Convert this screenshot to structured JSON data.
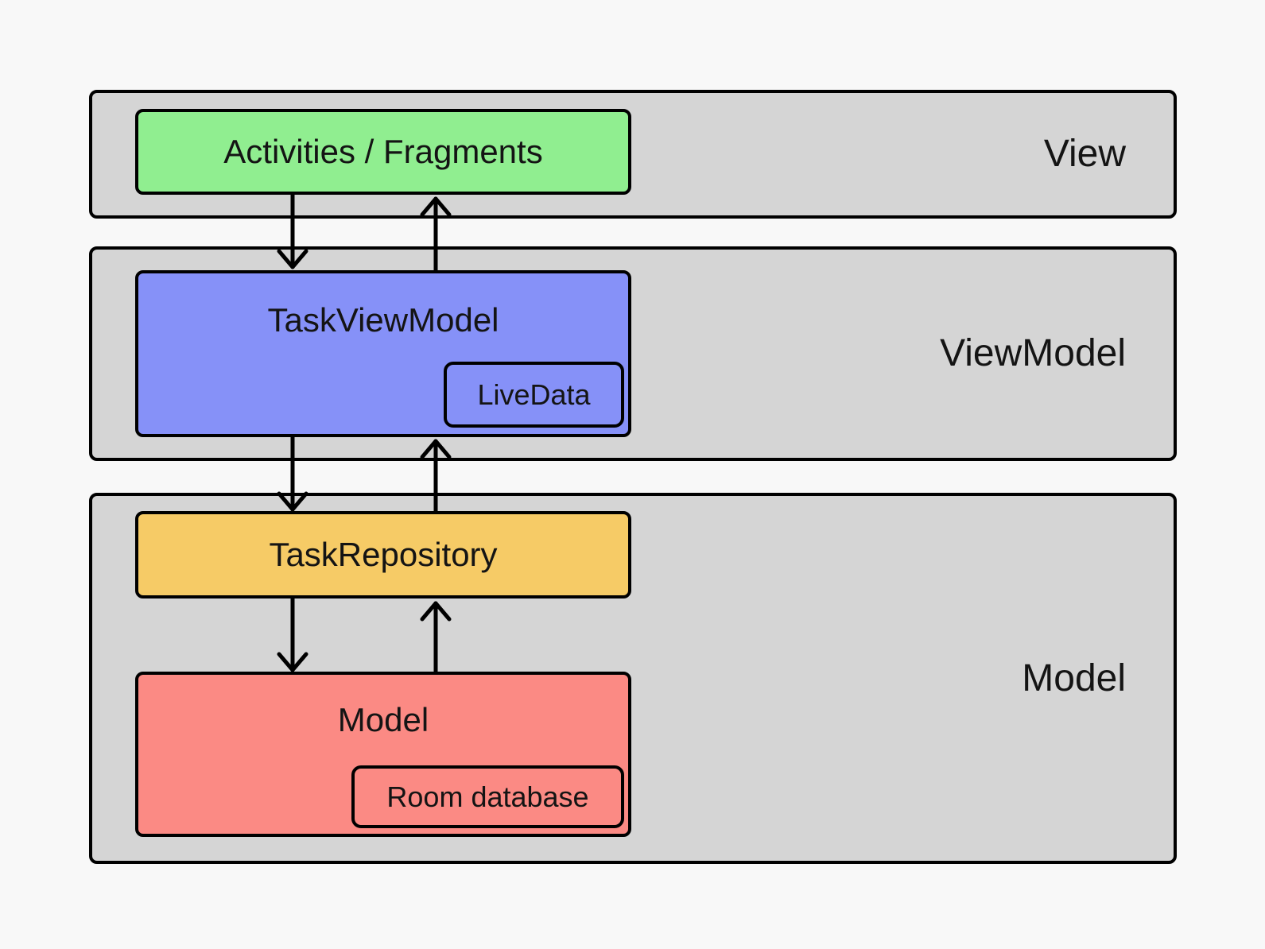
{
  "colors": {
    "canvas-bg": "#f8f8f8",
    "band-fill": "#d5d5d5",
    "stroke": "#000000",
    "text": "#141414",
    "green": "#90ee90",
    "blue": "#8691f8",
    "yellow": "#f6cb66",
    "red": "#fb8a84"
  },
  "bands": [
    {
      "label": "View"
    },
    {
      "label": "ViewModel"
    },
    {
      "label": "Model"
    }
  ],
  "nodes": {
    "activities": {
      "label": "Activities / Fragments"
    },
    "taskViewModel": {
      "label": "TaskViewModel"
    },
    "liveData": {
      "label": "LiveData"
    },
    "taskRepository": {
      "label": "TaskRepository"
    },
    "model": {
      "label": "Model"
    },
    "roomDatabase": {
      "label": "Room database"
    }
  }
}
